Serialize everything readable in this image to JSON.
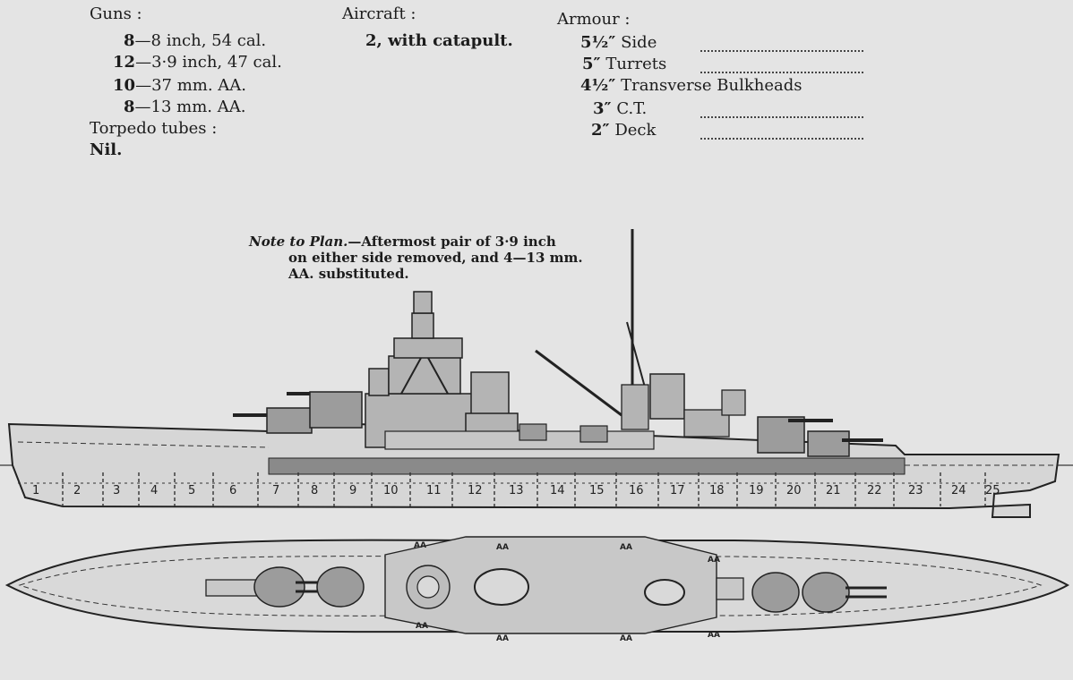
{
  "guns": {
    "heading": "Guns :",
    "lines": [
      {
        "count": "8",
        "desc": "—8 inch, 54 cal."
      },
      {
        "count": "12",
        "desc": "—3·9 inch, 47 cal."
      },
      {
        "count": "10",
        "desc": "—37 mm. AA."
      },
      {
        "count": "8",
        "desc": "—13 mm. AA."
      }
    ],
    "torpedo_heading": "Torpedo tubes :",
    "torpedo_value": "Nil."
  },
  "aircraft": {
    "heading": "Aircraft :",
    "count": "2",
    "desc": ", with catapult."
  },
  "armour": {
    "heading": "Armour :",
    "lines": [
      {
        "thickness": "5½″",
        "desc": "Side"
      },
      {
        "thickness": "5″",
        "desc": "Turrets"
      },
      {
        "thickness": "4½″",
        "desc": "Transverse Bulkheads"
      },
      {
        "thickness": "3″",
        "desc": "C.T."
      },
      {
        "thickness": "2″",
        "desc": "Deck"
      }
    ]
  },
  "note": {
    "label": "Note to Plan.",
    "line1": "—Aftermost pair of 3·9 inch",
    "line2": "on either side removed, and 4—13 mm.",
    "line3": "AA. substituted."
  },
  "sections": [
    "1",
    "2",
    "3",
    "4",
    "5",
    "6",
    "7",
    "8",
    "9",
    "10",
    "11",
    "12",
    "13",
    "14",
    "15",
    "16",
    "17",
    "18",
    "19",
    "20",
    "21",
    "22",
    "23",
    "24",
    "25"
  ],
  "aa_label": "AA",
  "colors": {
    "paper": "#e4e4e4",
    "ink": "#1c1c1c",
    "armour_belt": "#8a8a8a",
    "superstructure": "#b4b4b4",
    "turret": "#9c9c9c"
  }
}
